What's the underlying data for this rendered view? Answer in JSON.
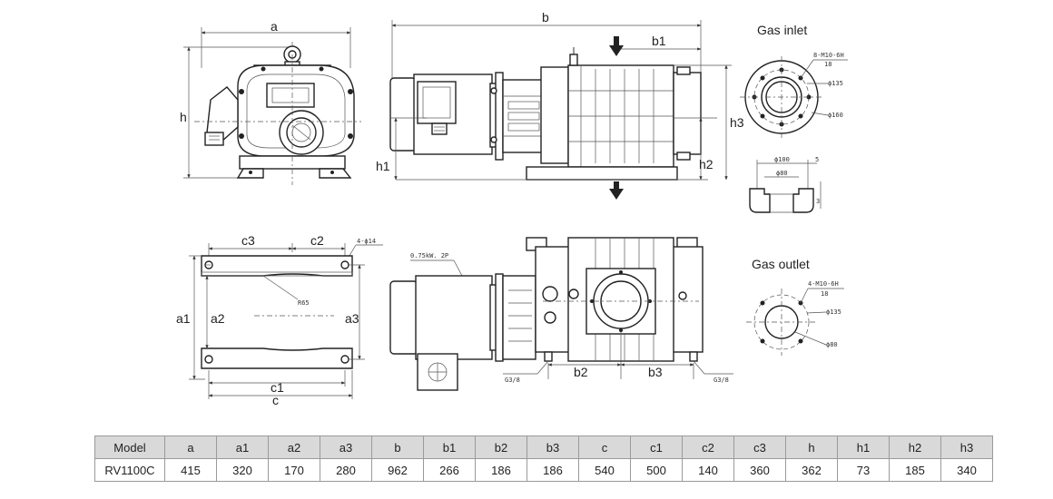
{
  "dimension_labels": {
    "a": "a",
    "b": "b",
    "b1": "b1",
    "b2": "b2",
    "b3": "b3",
    "h": "h",
    "h1": "h1",
    "h2": "h2",
    "h3": "h3",
    "a1": "a1",
    "a2": "a2",
    "a3": "a3",
    "c": "c",
    "c1": "c1",
    "c2": "c2",
    "c3": "c3"
  },
  "notes": {
    "inlet_bolts": "8-M10-6H",
    "inlet_depth": "18",
    "inlet_d135": "ϕ135",
    "inlet_d160": "ϕ160",
    "section_d100": "ϕ100",
    "section_d80": "ϕ80",
    "section_5": "5",
    "section_3": "3",
    "mount_holes": "4-ϕ14",
    "radius": "R65",
    "motor": "0.75kW. 2P",
    "port_left": "G3/8",
    "port_right": "G3/8",
    "outlet_bolts": "4-M10-6H",
    "outlet_depth": "18",
    "outlet_d135": "ϕ135",
    "outlet_d80": "ϕ80"
  },
  "titles": {
    "gas_inlet": "Gas inlet",
    "gas_outlet": "Gas outlet"
  },
  "table": {
    "headers": [
      "Model",
      "a",
      "a1",
      "a2",
      "a3",
      "b",
      "b1",
      "b2",
      "b3",
      "c",
      "c1",
      "c2",
      "c3",
      "h",
      "h1",
      "h2",
      "h3"
    ],
    "row": [
      "RV1100C",
      "415",
      "320",
      "170",
      "280",
      "962",
      "266",
      "186",
      "186",
      "540",
      "500",
      "140",
      "360",
      "362",
      "73",
      "185",
      "340"
    ]
  }
}
